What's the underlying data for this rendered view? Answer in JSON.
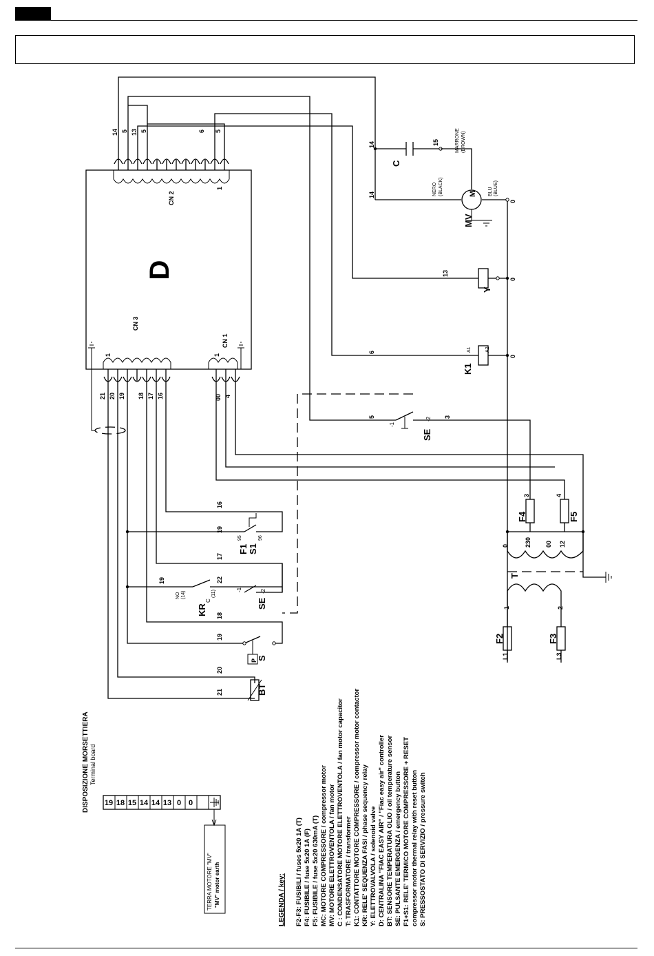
{
  "header": {
    "title": ""
  },
  "board": {
    "name": "D"
  },
  "connectors": {
    "cn2": {
      "name": "CN 2",
      "pin1": "1"
    },
    "cn3": {
      "name": "CN 3",
      "pin1": "1"
    },
    "cn1": {
      "name": "CN 1",
      "pin1": "1"
    }
  },
  "wire_numbers": {
    "cn2_14": "14",
    "cn2_5a": "5",
    "cn2_13": "13",
    "cn2_5b": "5",
    "cn2_6": "6",
    "cn2_5c": "5",
    "cn3_21": "21",
    "cn3_20": "20",
    "cn3_19": "19",
    "cn3_18": "18",
    "cn3_17": "17",
    "cn3_16": "16",
    "cn1_00": "00",
    "cn1_4": "4",
    "mv_14a": "14",
    "mv_14b": "14",
    "mv_15": "15",
    "mv_0": "0",
    "y_13": "13",
    "y_0": "0",
    "k1_6": "6",
    "k1_0": "0",
    "se_5": "5",
    "se_3": "3",
    "f4_3": "3",
    "f5_4": "4",
    "t_0": "0",
    "t_230": "230",
    "t_00": "00",
    "t_12": "12",
    "f2_1": "1",
    "f3_2": "2",
    "row_16": "16",
    "row_19a": "19",
    "row_17": "17",
    "row_22": "22",
    "row_19k": "19",
    "row_18": "18",
    "row_19b": "19",
    "row_20": "20",
    "row_21": "21"
  },
  "components": {
    "c": "C",
    "mv": "MV",
    "y": "Y",
    "k1": "K1",
    "k1_a1": "A1",
    "k1_a2": "A2",
    "se": "SE",
    "se_sub": "-2",
    "se_contact": "-1",
    "f4": "F4",
    "f5": "F5",
    "t": "T",
    "f2": "F2",
    "f3": "F3",
    "l1": "L1",
    "l3": "L3",
    "f1": "F1",
    "s1": "S1",
    "f1_95": "95",
    "s1_96": "96",
    "kr": "KR",
    "kr_c": "C",
    "kr_no": "NO",
    "kr_14": "(14)",
    "kr_11": "(11)",
    "se2": "SE",
    "se2_sub": "-2",
    "se2_contact": "-1",
    "s": "S",
    "p": "P",
    "bt": "BT",
    "mv_nero": "NERO",
    "mv_black": "(BLACK)",
    "mv_marrone": "MARRONE",
    "mv_brown": "(BROWN)",
    "mv_blu": "BLU",
    "mv_blue": "(BLUE)",
    "mv_m": "M"
  },
  "terminal_board": {
    "title": "DISPOSIZIONE MORSETTIERA",
    "subtitle": "Terminal board",
    "cells": [
      "19",
      "18",
      "15",
      "14",
      "14",
      "13",
      "0",
      "0"
    ],
    "earth_note_1": "TERRA MOTORE \"MV\"",
    "earth_note_2": "\"MV\" motor earth"
  },
  "legend": {
    "heading": "LEGENDA / key:",
    "items": [
      "F2-F3: FUSIBILI / fuses  5x20 1A (T)",
      "F4: FUSIBILE / fuse  5x20 1A (F)",
      "F5: FUSIBILE / fuse  5x20 630mA (T)",
      "MC: MOTORE COMPRESSORE / compressor motor",
      "MV: MOTORE ELETTROVENTOLA / fan motor",
      "C : CONDENSATORE MOTORE ELETTROVENTOLA / fan motor capacitor",
      "T: TRASFORMATORE / transformer",
      "K1: CONTATTORE MOTORE COMPRESSORE / compressor motor contactor",
      "KR: RELE' SEQUENZA FASI / phase sequency relay",
      "Y: ELETTROVALVOLA / solenoid valve",
      "D: CENTRALINA \"FIAC EASY AIR\" / \"Fiac easy air\" controller",
      "BT: SENSORE TEMPERATURA OLIO / oil temperature sensor",
      "SE: PULSANTE EMERGENZA / emergency button",
      "F1+S1: RELE' TERMICO MOTORE COMPRESSORE + RESET",
      "           compressor motor thermal relay with reset button",
      "S: PRESSOSTATO DI SERVIZIO / pressure switch"
    ]
  }
}
